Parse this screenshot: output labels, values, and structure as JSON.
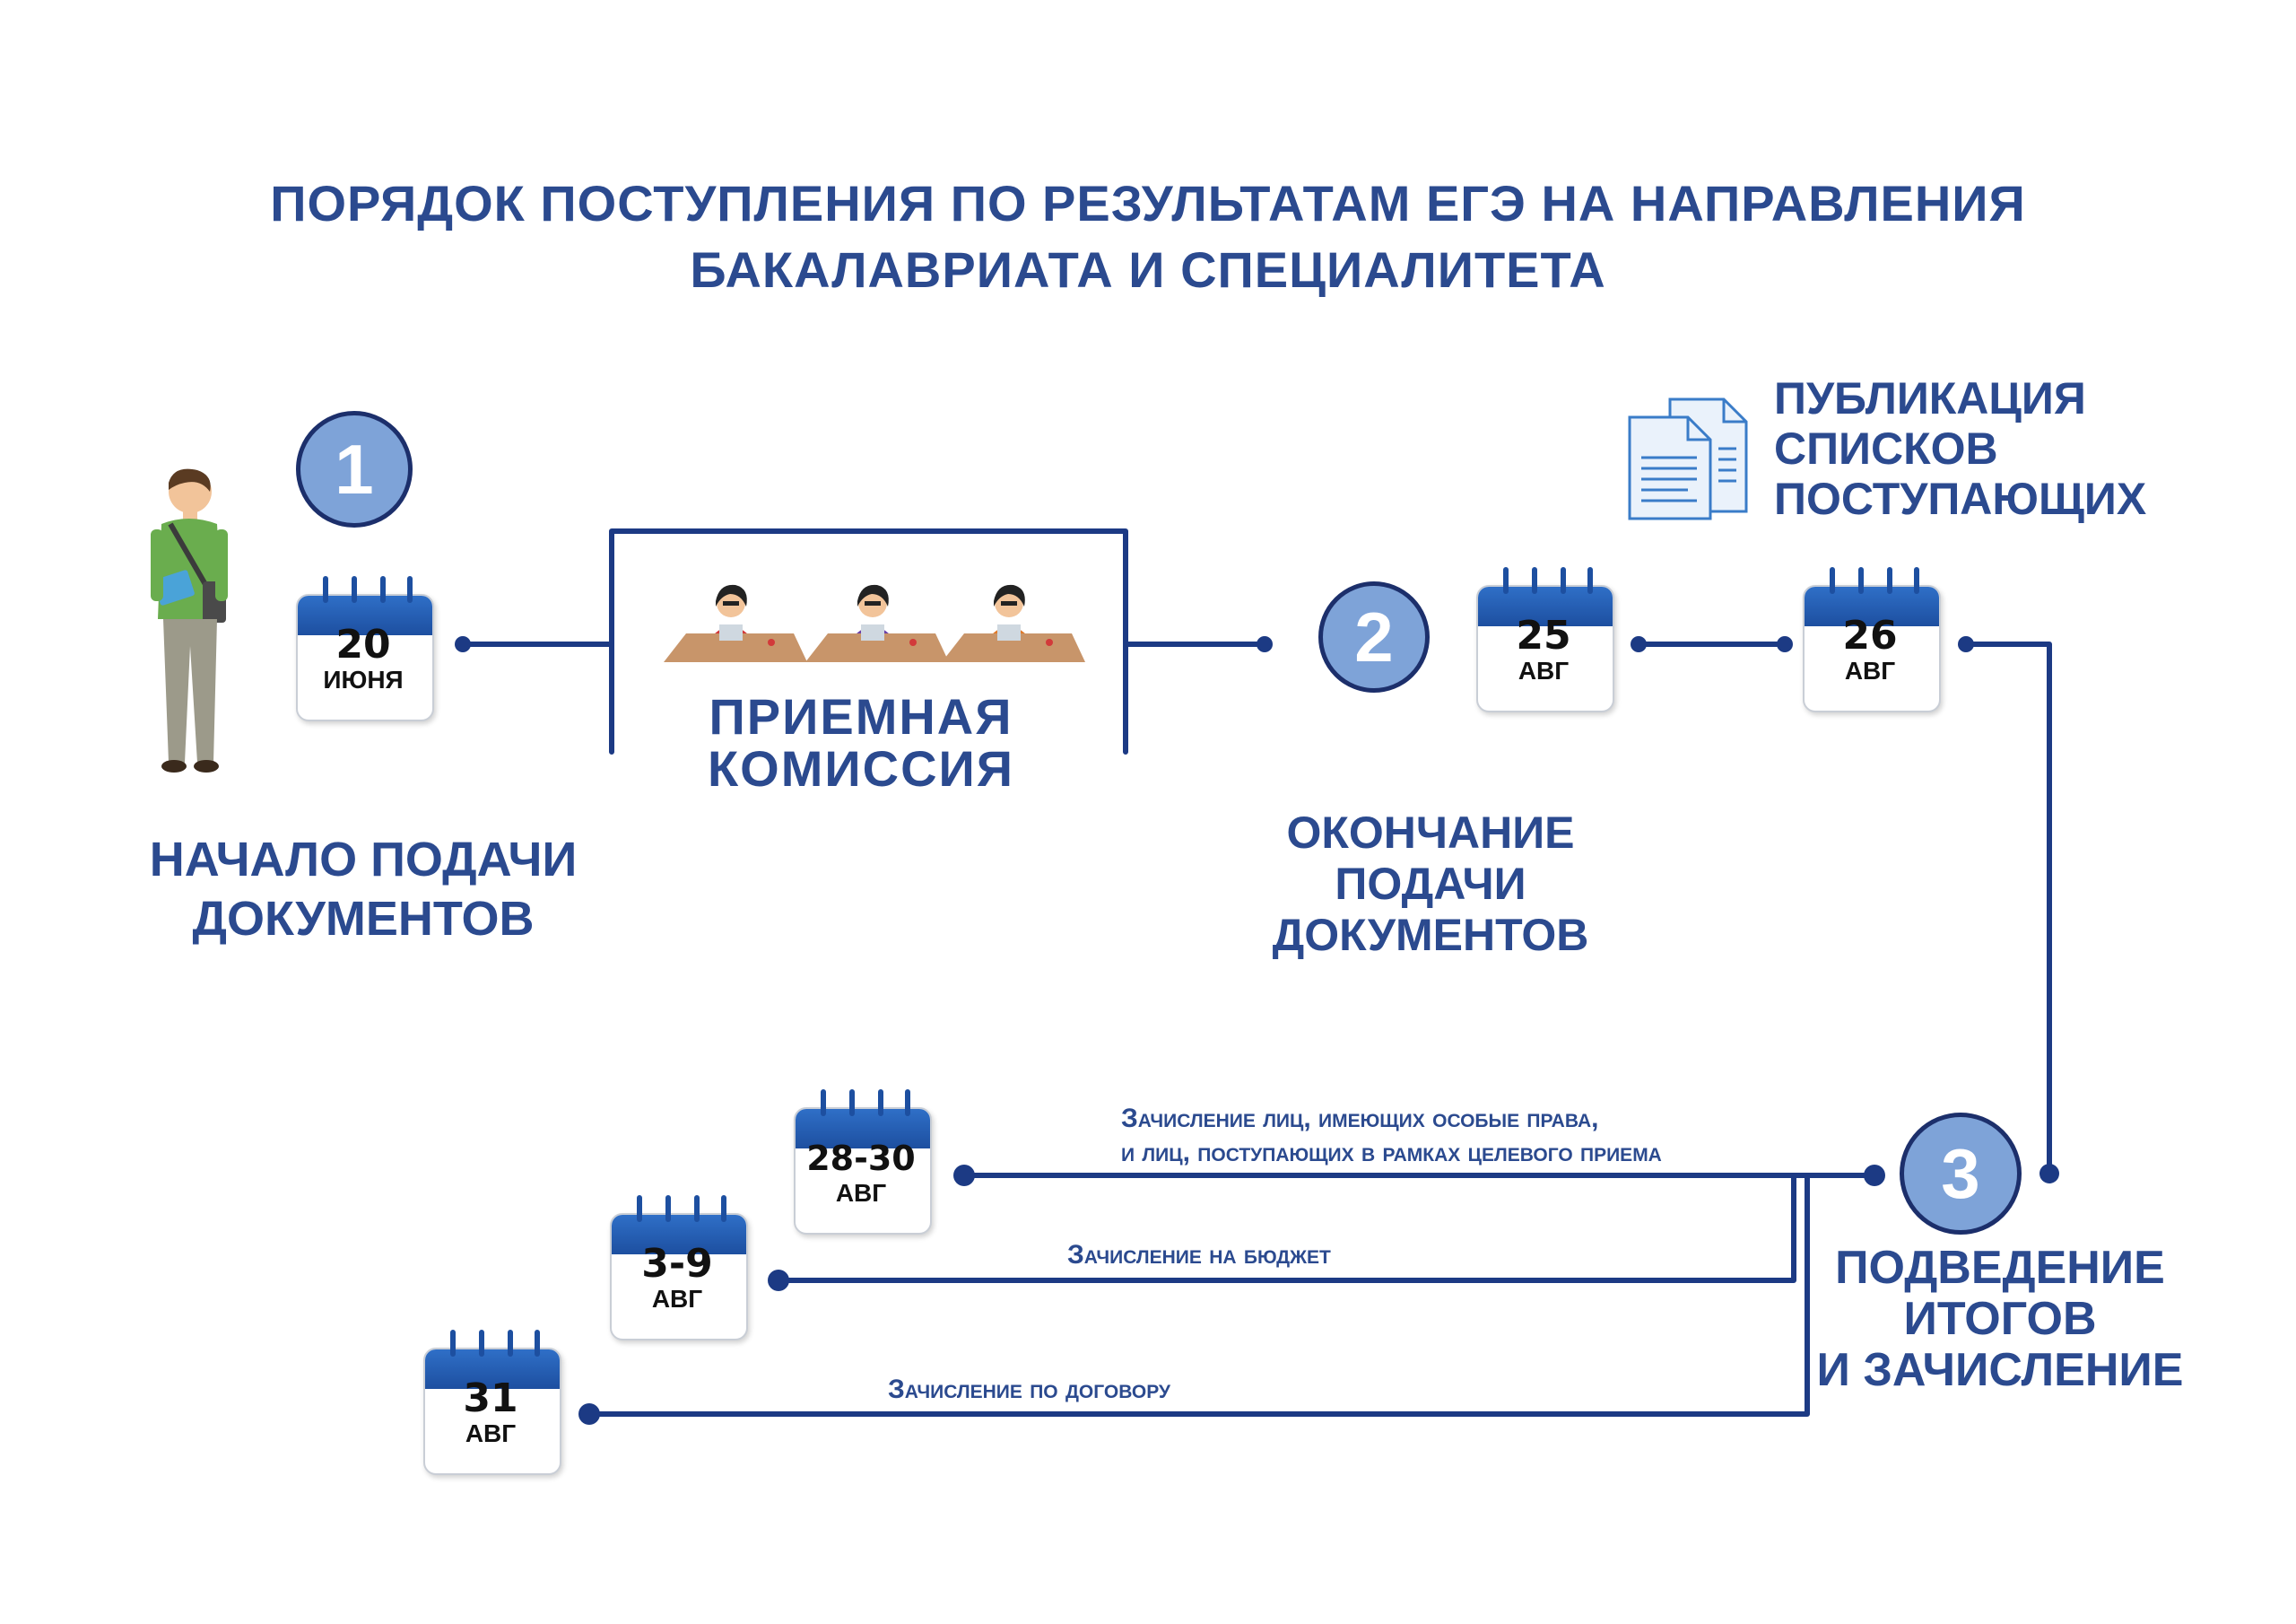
{
  "title": {
    "line1": "ПОРЯДОК ПОСТУПЛЕНИЯ ПО РЕЗУЛЬТАТАМ ЕГЭ НА НАПРАВЛЕНИЯ",
    "line2": "БАКАЛАВРИАТА И СПЕЦИАЛИТЕТА"
  },
  "steps": [
    {
      "number": "1",
      "icon": "step-number-icon"
    },
    {
      "number": "2",
      "icon": "step-number-icon"
    },
    {
      "number": "3",
      "icon": "step-number-icon"
    }
  ],
  "calendars": [
    {
      "day": "20",
      "month": "ИЮНЯ"
    },
    {
      "day": "25",
      "month": "АВГ"
    },
    {
      "day": "26",
      "month": "АВГ"
    },
    {
      "day": "28-30",
      "month": "АВГ"
    },
    {
      "day": "3-9",
      "month": "АВГ"
    },
    {
      "day": "31",
      "month": "АВГ"
    }
  ],
  "labels": {
    "start_line1": "НАЧАЛО ПОДАЧИ",
    "start_line2": "ДОКУМЕНТОВ",
    "commission_line1": "ПРИЕМНАЯ",
    "commission_line2": "КОМИССИЯ",
    "end_line1": "ОКОНЧАНИЕ",
    "end_line2": "ПОДАЧИ",
    "end_line3": "ДОКУМЕНТОВ",
    "pub_line1": "ПУБЛИКАЦИЯ",
    "pub_line2": "СПИСКОВ",
    "pub_line3": "ПОСТУПАЮЩИХ",
    "summary_line1": "ПОДВЕДЕНИЕ",
    "summary_line2": "ИТОГОВ",
    "summary_line3": "И ЗАЧИСЛЕНИЕ"
  },
  "enrollment": {
    "special_line1": "Зачисление лиц, имеющих особые права,",
    "special_line2": "и лиц, поступающих в рамках целевого приема",
    "budget": "Зачисление на бюджет",
    "contract": "Зачисление по договору"
  },
  "icons": {
    "student": "student-icon",
    "documents": "documents-icon",
    "commission_staff": "commission-staff-icon",
    "calendar": "calendar-icon"
  },
  "colors": {
    "primary": "#2b4a8f",
    "line": "#1c3a84",
    "circle_fill": "#7ea3d8",
    "calendar_top": "#1d4fa0"
  }
}
